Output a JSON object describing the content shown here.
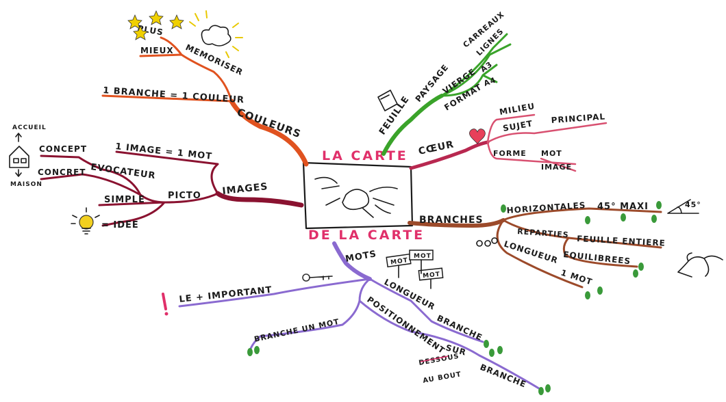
{
  "center": {
    "title_top": "LA CARTE",
    "title_bottom": "DE LA CARTE"
  },
  "colors": {
    "couleurs": "#e0521f",
    "images": "#8a1230",
    "feuille": "#3aa32a",
    "coeur": "#b82850",
    "branches": "#9c4a2a",
    "mots": "#8a6ad0",
    "title": "#e0306a",
    "ink": "#1a1a1a",
    "heart": "#e8405a",
    "leaf": "#3a9a3a",
    "bulb": "#f2d020",
    "star": "#f0d000"
  },
  "couleurs": {
    "label": "COULEURS",
    "memoriser": "MEMORISER",
    "plus": "PLUS",
    "mieux": "MIEUX",
    "branche_couleur": "1 BRANCHE = 1 COULEUR"
  },
  "images": {
    "label": "IMAGES",
    "image_mot": "1 IMAGE = 1 MOT",
    "picto": "PICTO",
    "evocateur": "EVOCATEUR",
    "concept": "CONCEPT",
    "concret": "CONCRET",
    "simple": "SIMPLE",
    "idee": "= IDEE",
    "accueil": "ACCUEIL",
    "maison": "MAISON"
  },
  "feuille": {
    "label": "FEUILLE",
    "paysage": "PAYSAGE",
    "vierge": "VIERGE",
    "format": "FORMAT",
    "carreaux": "CARREAUX",
    "lignes": "LIGNES",
    "a3": "A3",
    "a4": "A4"
  },
  "coeur": {
    "label": "CŒUR",
    "milieu": "MILIEU",
    "sujet": "SUJET",
    "principal": "PRINCIPAL",
    "forme": "FORME",
    "mot": "MOT",
    "image": "IMAGE"
  },
  "branches": {
    "label": "BRANCHES",
    "horizontales": "HORIZONTALES",
    "maxi": "45° MAXI",
    "angle": "45°",
    "reparties": "REPARTIES",
    "feuille_entiere": "FEUILLE ENTIERE",
    "equilibrees": "EQUILIBREES",
    "longueur": "LONGUEUR",
    "un_mot": "1 MOT"
  },
  "mots": {
    "label": "MOTS",
    "sign_mot": "MOT",
    "important": "LE + IMPORTANT",
    "longueur": "LONGUEUR",
    "branche": "BRANCHE",
    "branche_un_mot": "BRANCHE UN MOT",
    "positionnement": "POSITIONNEMENT",
    "sur": "SUR",
    "branche2": "BRANCHE",
    "dessous": "DESSOUS",
    "au_bout": "AU BOUT"
  }
}
